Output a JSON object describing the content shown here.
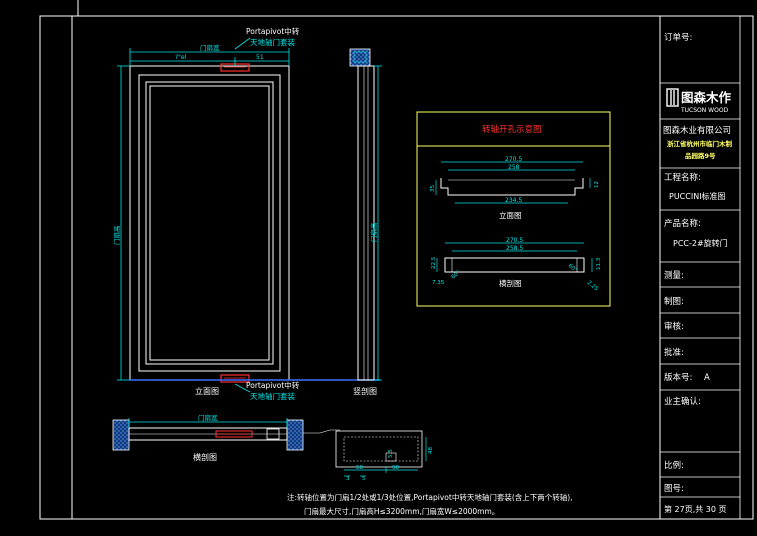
{
  "title_block": {
    "order_no_label": "订单号:",
    "logo_text": "图森木作",
    "logo_sub": "TUCSON WOOD",
    "company": "图森木业有限公司",
    "address_line1": "浙江省杭州市临门木制",
    "address_line2": "品园路9号",
    "project_label": "工程名称:",
    "project_value": "PUCCINI标准图",
    "product_label": "产品名称:",
    "product_value": "PCC-2#旋转门",
    "measure_label": "测量:",
    "drawing_label": "制图:",
    "review_label": "审核:",
    "approve_label": "批准:",
    "version_label": "版本号:",
    "version_value": "A",
    "owner_label": "业主确认:",
    "scale_label": "比例:",
    "drawing_no_label": "图号:",
    "page_info": "第 27页,共 30 页"
  },
  "front_view": {
    "hinge_top_line1": "Portapivot中转",
    "hinge_top_line2": "天地轴门套装",
    "width_label": "门扇宽",
    "dim_left": "?\"el",
    "dim_right": "51",
    "height_label": "门扇高",
    "caption": "立面图",
    "hinge_bottom_line1": "Portapivot中转",
    "hinge_bottom_line2": "天地轴门套装"
  },
  "side_view": {
    "height_label": "门扇高",
    "caption": "竖剖图"
  },
  "plan_section": {
    "width_label": "门扇宽",
    "caption": "横剖图",
    "dim_a": "3",
    "dim_b": "5",
    "dim_c": "50",
    "dim_d": "90",
    "dim_e": "48",
    "dim_f": "5.5"
  },
  "detail_box": {
    "title": "转轴开孔示意图",
    "elevation": {
      "dim_top1": "270.5",
      "dim_top2": "258",
      "dim_bottom": "234.5",
      "dim_left": "35",
      "dim_right": "12",
      "caption": "立面图"
    },
    "section": {
      "dim_top1": "270.5",
      "dim_top2": "258.5",
      "dim_left": "22.5",
      "dim_right": "11.3",
      "dim_bl": "7.35",
      "dim_br": "2.25",
      "angle_l": "60°",
      "angle_r": "60°",
      "caption": "横剖图"
    }
  },
  "note": {
    "line1": "注:转轴位置为门扇1/2处或1/3处位置,Portapivot中转天地轴门套装(含上下两个转轴),",
    "line2": "门扇最大尺寸,门扇高H≤3200mm,门扇宽W≤2000mm。"
  },
  "colors": {
    "background": "#000000",
    "frame": "#ffffff",
    "drawing": "#ffffff",
    "dimension": "#00e6e6",
    "detail_border": "#ffff66",
    "accent_red": "#ff3030",
    "hatch": "#3a6fd8"
  }
}
